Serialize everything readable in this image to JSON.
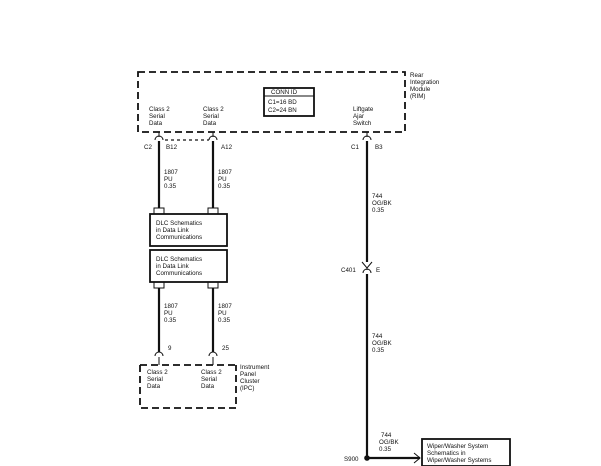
{
  "rim": {
    "name": [
      "Rear",
      "Integration",
      "Module",
      "(RIM)"
    ],
    "conn_id_title": "CONN ID",
    "conn_ids": [
      "C1=16 BD",
      "C2=24 BN"
    ],
    "pin_labels": {
      "left": [
        "Class 2",
        "Serial",
        "Data"
      ],
      "middle": [
        "Class 2",
        "Serial",
        "Data"
      ],
      "right": [
        "Liftgate",
        "Ajar",
        "Switch"
      ]
    },
    "connectors": {
      "left_conn": "C2",
      "left_pin": "B12",
      "middle_pin": "A12",
      "right_conn": "C1",
      "right_pin": "B3"
    }
  },
  "wires": {
    "left_upper": [
      "1807",
      "PU",
      "0.35"
    ],
    "middle_upper": [
      "1807",
      "PU",
      "0.35"
    ],
    "left_lower": [
      "1807",
      "PU",
      "0.35"
    ],
    "middle_lower": [
      "1807",
      "PU",
      "0.35"
    ],
    "right_upper": [
      "744",
      "OG/BK",
      "0.35"
    ],
    "right_lower": [
      "744",
      "OG/BK",
      "0.35"
    ],
    "right_bottom": [
      "744",
      "OG/BK",
      "0.35"
    ]
  },
  "dlc_boxes": [
    [
      "DLC Schematics",
      "in Data Link",
      "Communications"
    ],
    [
      "DLC Schematics",
      "in Data Link",
      "Communications"
    ]
  ],
  "c401": {
    "name": "C401",
    "pin": "E"
  },
  "ipc": {
    "name": [
      "Instrument",
      "Panel",
      "Cluster",
      "(IPC)"
    ],
    "pins": [
      "9",
      "25"
    ],
    "pin_labels": {
      "left": [
        "Class 2",
        "Serial",
        "Data"
      ],
      "right": [
        "Class 2",
        "Serial",
        "Data"
      ]
    }
  },
  "splice": "S900",
  "wiper_box": [
    "Wiper/Washer System",
    "Schematics in",
    "Wiper/Washer Systems"
  ]
}
